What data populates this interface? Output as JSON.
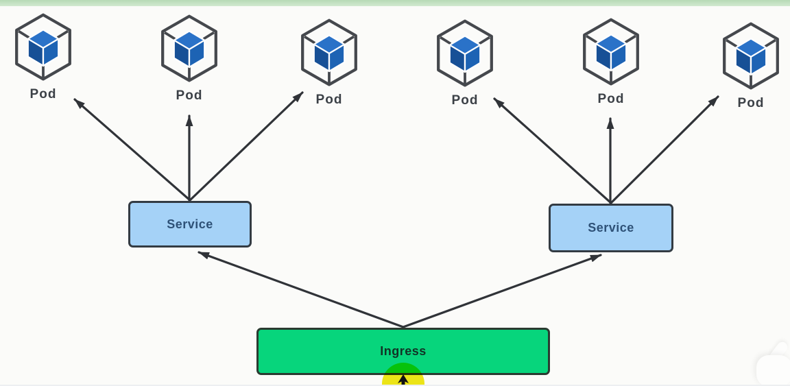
{
  "diagram": {
    "title_hint": "kubernetes-ingress-architecture",
    "pods": [
      {
        "label": "Pod"
      },
      {
        "label": "Pod"
      },
      {
        "label": "Pod"
      },
      {
        "label": "Pod"
      },
      {
        "label": "Pod"
      },
      {
        "label": "Pod"
      }
    ],
    "services": [
      {
        "label": "Service"
      },
      {
        "label": "Service"
      }
    ],
    "ingress": {
      "label": "Ingress"
    },
    "edges": [
      {
        "from": "service-1",
        "to": "pod-1"
      },
      {
        "from": "service-1",
        "to": "pod-2"
      },
      {
        "from": "service-1",
        "to": "pod-3"
      },
      {
        "from": "service-2",
        "to": "pod-4"
      },
      {
        "from": "service-2",
        "to": "pod-5"
      },
      {
        "from": "service-2",
        "to": "pod-6"
      },
      {
        "from": "ingress",
        "to": "service-1"
      },
      {
        "from": "ingress",
        "to": "service-2"
      }
    ],
    "icons": {
      "pod": "kubernetes-pod-cube-icon",
      "cursor": "cursor-arrow-icon",
      "highlight": "click-highlight-circle"
    },
    "colors": {
      "background": "#fbfbf9",
      "top_strip_green": "#c9e4c7",
      "service_fill": "#a5d2f7",
      "service_border": "#333b43",
      "service_text": "#2e5177",
      "ingress_fill": "#07d57c",
      "ingress_border": "#2b3b31",
      "ingress_text": "#123326",
      "arrow": "#303338",
      "pod_hexagon": "#45484d",
      "cube_blue_top": "#2a72c8",
      "cube_blue_left": "#175096",
      "cube_blue_right": "#1d63b4",
      "pod_label_text": "#3b4046",
      "highlight_yellow": "#f0e818"
    }
  }
}
